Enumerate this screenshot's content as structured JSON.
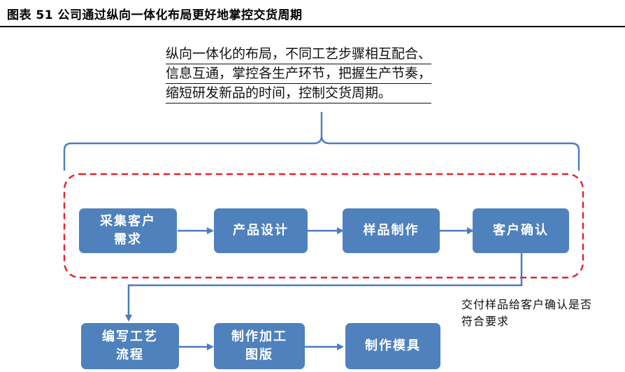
{
  "figure": {
    "title": "图表 51 公司通过纵向一体化布局更好地掌控交货周期"
  },
  "intro": {
    "lines": [
      "纵向一体化的布局，不同工艺步骤相互配合、",
      "信息互通，掌控各生产环节，把握生产节奏，",
      "缩短研发新品的时间，控制交货周期。"
    ]
  },
  "flow_row1": [
    {
      "label": "采集客户需求"
    },
    {
      "label": "产品设计"
    },
    {
      "label": "样品制作"
    },
    {
      "label": "客户确认"
    }
  ],
  "flow_row2": [
    {
      "label": "编写工艺流程"
    },
    {
      "label": "制作加工图版"
    },
    {
      "label": "制作模具"
    }
  ],
  "note": "交付样品给客户确认是否符合要求",
  "colors": {
    "box_fill": "#4f81bd",
    "arrow": "#4a7cc0",
    "dashed_border": "#e8202a",
    "brace": "#4a7cc0"
  }
}
